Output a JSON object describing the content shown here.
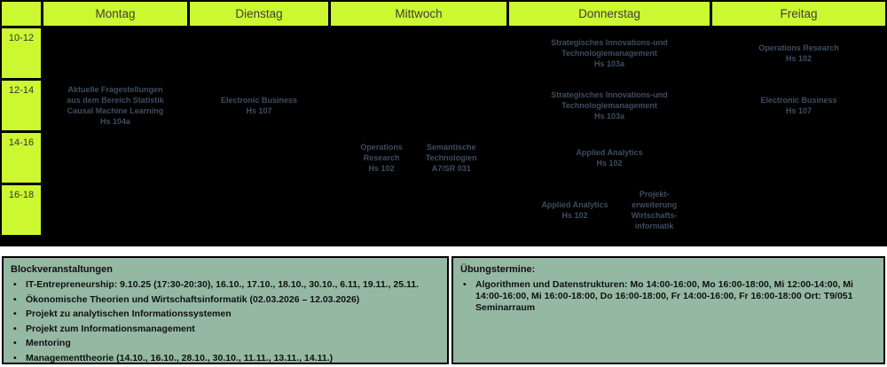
{
  "colors": {
    "header_green": "#ccf832",
    "panel_green": "#95b8a3",
    "course_text": "#3e4d61"
  },
  "days": [
    "Montag",
    "Dienstag",
    "Mittwoch",
    "Donnerstag",
    "Freitag"
  ],
  "slots": [
    "10-12",
    "12-14",
    "14-16",
    "16-18"
  ],
  "entries": {
    "mo_12": [
      "Aktuelle Fragestellungen",
      "aus dem Bereich Statistik",
      "Causal Machine Learning",
      "Hs 104a"
    ],
    "di_12": [
      "Electronic Business",
      "Hs 107"
    ],
    "mi_14_a": [
      "Operations",
      "Research",
      "Hs 102"
    ],
    "mi_14_b": [
      "Semantische",
      "Technologien",
      "A7/SR 031"
    ],
    "do_10": [
      "Strategisches Innovations-und",
      "Technologiemanagement",
      "Hs 103a"
    ],
    "do_12": [
      "Strategisches Innovations-und",
      "Technologiemanagement",
      "Hs 103a"
    ],
    "do_14": [
      "Applied Analytics",
      "Hs 102"
    ],
    "do_16_a": [
      "Applied Analytics",
      "Hs 102"
    ],
    "do_16_b": [
      "Projekt-",
      "erweiterung",
      "Wirtschafts-",
      "informatik"
    ],
    "fr_10": [
      "Operations Research",
      "Hs 102"
    ],
    "fr_12": [
      "Electronic Business",
      "Hs 107"
    ]
  },
  "block": {
    "title": "Blockveranstaltungen",
    "bullet": "•",
    "items": [
      "IT-Entrepreneurship: 9.10.25 (17:30-20:30), 16.10., 17.10., 18.10., 30.10., 6.11, 19.11., 25.11.",
      "Ökonomische Theorien und Wirtschaftsinformatik (02.03.2026 – 12.03.2026)",
      "Projekt zu analytischen Informationssystemen",
      "Projekt zum Informationsmanagement",
      "Mentoring",
      "Managementtheorie (14.10., 16.10., 28.10., 30.10., 11.11., 13.11., 14.11.)"
    ]
  },
  "uebung": {
    "title": "Übungstermine:",
    "bullet": "•",
    "items": [
      "Algorithmen und Datenstrukturen: Mo 14:00-16:00, Mo 16:00-18:00, Mi 12:00-14:00, Mi 14:00-16:00, Mi 16:00-18:00, Do 16:00-18:00, Fr 14:00-16:00, Fr 16:00-18:00  Ort: T9/051 Seminarraum"
    ]
  }
}
